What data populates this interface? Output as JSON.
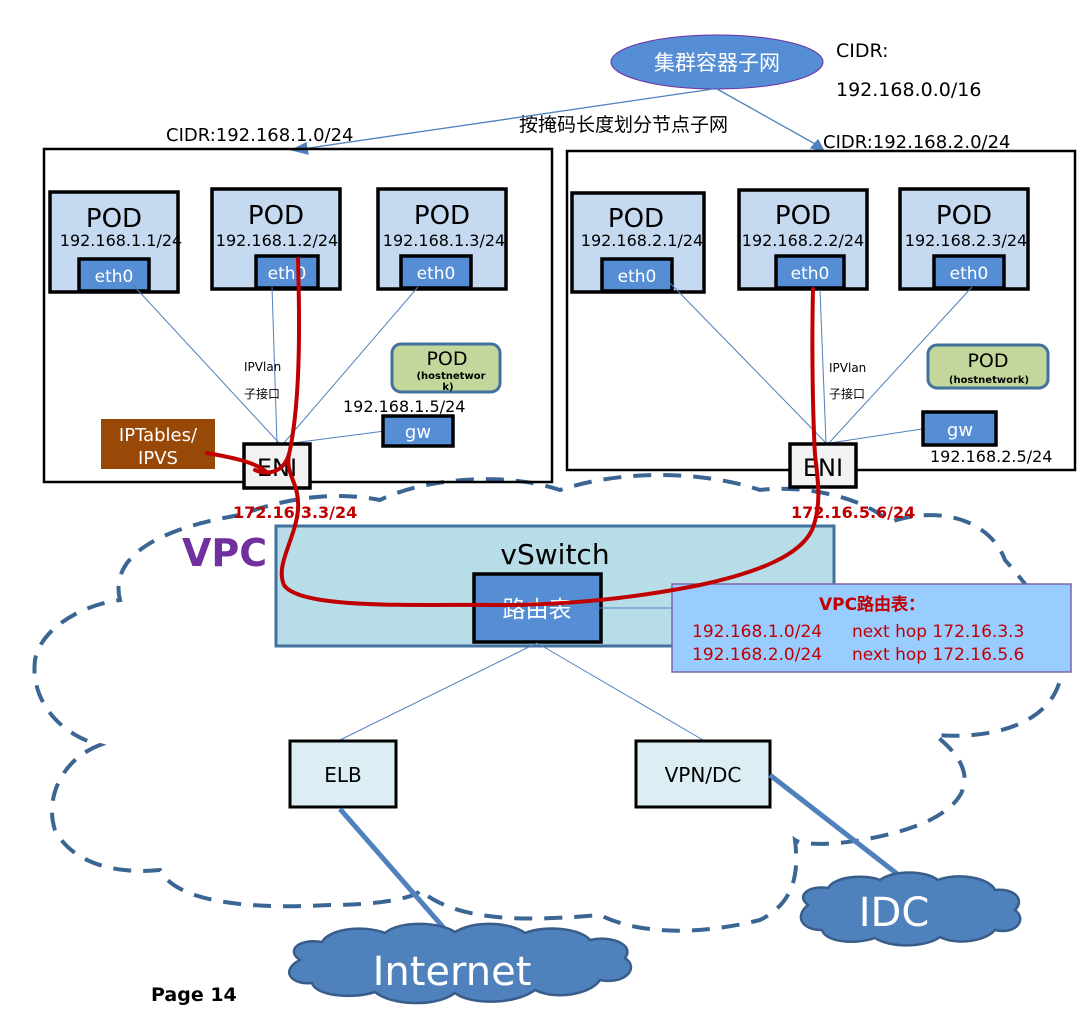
{
  "cluster": {
    "label": "集群容器子网",
    "cidr_label": "CIDR:",
    "cidr_value": "192.168.0.0/16",
    "split_label": "按掩码长度划分节点子网"
  },
  "nodes": [
    {
      "cidr": "CIDR:192.168.1.0/24",
      "pods": [
        {
          "title": "POD",
          "ip": "192.168.1.1/24",
          "iface": "eth0"
        },
        {
          "title": "POD",
          "ip": "192.168.1.2/24",
          "iface": "eth0"
        },
        {
          "title": "POD",
          "ip": "192.168.1.3/24",
          "iface": "eth0"
        }
      ],
      "hostnetwork_pod": {
        "title": "POD",
        "subtitle_1": "(hostnetwor",
        "subtitle_2": "k)"
      },
      "ipvlan_label": "IPVlan",
      "subif_label": "子接口",
      "gw_label": "gw",
      "gw_ip": "192.168.1.5/24",
      "eni_label": "ENI",
      "eni_ip": "172.16.3.3/24",
      "iptables_label_1": "IPTables/",
      "iptables_label_2": "IPVS"
    },
    {
      "cidr": "CIDR:192.168.2.0/24",
      "pods": [
        {
          "title": "POD",
          "ip": "192.168.2.1/24",
          "iface": "eth0"
        },
        {
          "title": "POD",
          "ip": "192.168.2.2/24",
          "iface": "eth0"
        },
        {
          "title": "POD",
          "ip": "192.168.2.3/24",
          "iface": "eth0"
        }
      ],
      "hostnetwork_pod": {
        "title": "POD",
        "subtitle_1": "(hostnetwork)",
        "subtitle_2": ""
      },
      "ipvlan_label": "IPVlan",
      "subif_label": "子接口",
      "gw_label": "gw",
      "gw_ip": "192.168.2.5/24",
      "eni_label": "ENI",
      "eni_ip": "172.16.5.6/24"
    }
  ],
  "vpc": {
    "label": "VPC",
    "vswitch_label": "vSwitch",
    "route_table_label": "路由表",
    "route_table": {
      "title": "VPC路由表：",
      "entries": [
        {
          "dest": "192.168.1.0/24",
          "next_hop": "next hop 172.16.3.3"
        },
        {
          "dest": "192.168.2.0/24",
          "next_hop": "next hop 172.16.5.6"
        }
      ]
    },
    "elb_label": "ELB",
    "vpn_label": "VPN/DC"
  },
  "external": {
    "internet_label": "Internet",
    "idc_label": "IDC"
  },
  "footer": {
    "page_label": "Page 14"
  },
  "colors": {
    "pod_fill": "#c5d9f1",
    "eth_fill": "#558ed5",
    "hostnet_fill": "#c3d69b",
    "iptables_fill": "#984807",
    "vswitch_fill": "#b7dde8",
    "route_box_fill": "#99ccff",
    "cloud_stroke": "#376092",
    "cloud_fill": "#4f81bd",
    "traffic_red": "#c00000",
    "vpc_purple": "#7030a0"
  }
}
